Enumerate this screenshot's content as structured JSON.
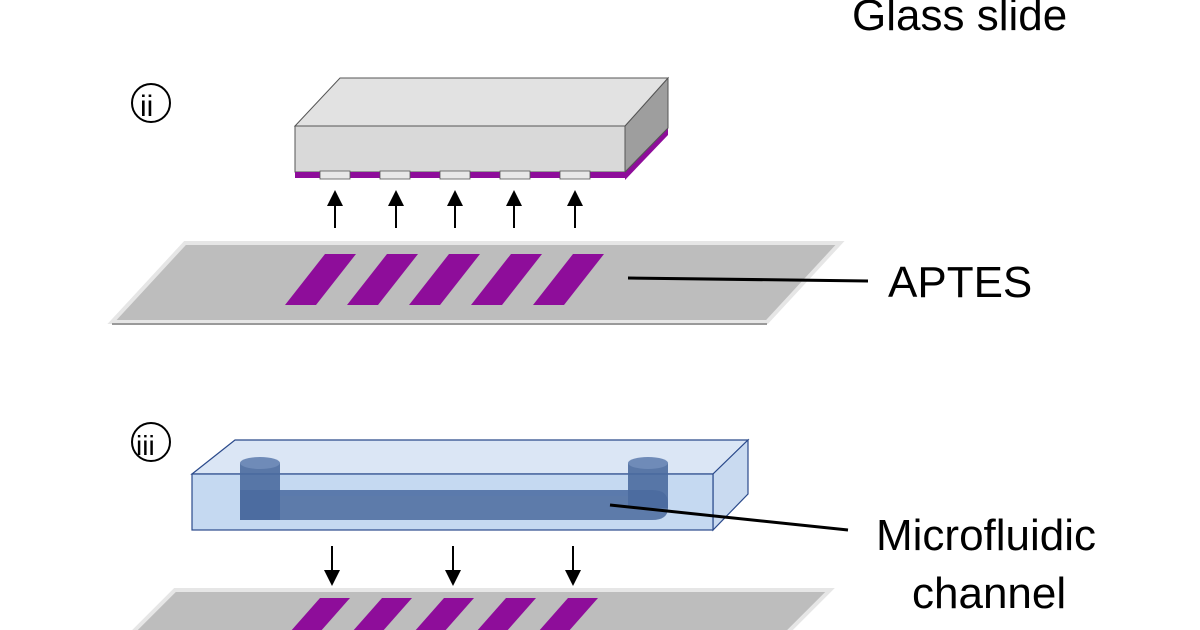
{
  "labels": {
    "glass_slide": "Glass slide",
    "aptes": "APTES",
    "microfluidic_line1": "Microfluidic",
    "microfluidic_line2": "channel"
  },
  "steps": {
    "step2": "ⓘⓘ",
    "step3": "ⓘⓘⓘ"
  },
  "colors": {
    "slide": "#bdbdbd",
    "slide_edge": "#dcdcdc",
    "aptes": "#8e0d9a",
    "stamp_top": "#e2e2e2",
    "stamp_front": "#d9d9d9",
    "stamp_side": "#9e9e9e",
    "chip_body": "#c5d9f1",
    "chip_edge": "#2b4a8b",
    "channel": "#4a6a9e"
  }
}
